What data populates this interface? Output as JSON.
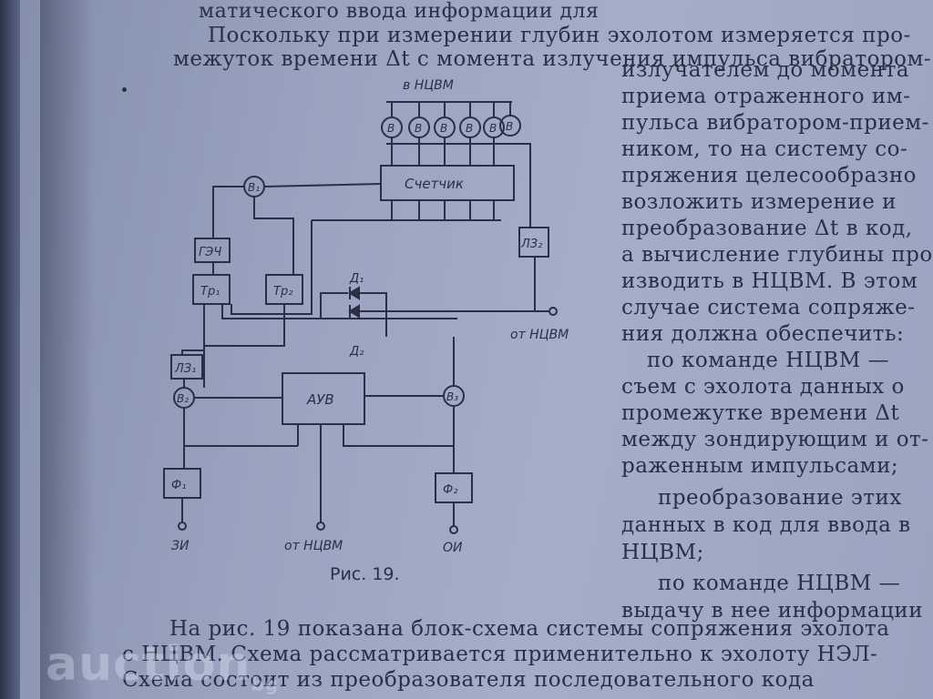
{
  "text_top": [
    "матического ввода информации для",
    "Поскольку при измерении глубин эхолотом измеряется про-",
    "межуток времени Δt с момента излучения импульса вибратором-"
  ],
  "text_right": [
    "излучателем до момента",
    "приема отраженного им-",
    "пульса вибратором-прием-",
    "ником, то на систему со-",
    "пряжения целесообразно",
    "возложить измерение и",
    "преобразование Δt в код,",
    "а вычисление глубины про-",
    "изводить в НЦВМ. В этом",
    "случае система сопряже-",
    "ния должна обеспечить:",
    "по команде НЦВМ —",
    "съем с эхолота данных о",
    "промежутке времени Δt",
    "между зондирующим и от-",
    "раженным импульсами;",
    "преобразование этих",
    "данных в код для ввода в",
    "НЦВМ;",
    "по команде НЦВМ —",
    "выдачу в нее информации"
  ],
  "text_bottom": [
    "На рис. 19 показана блок-схема системы сопряжения эхолота",
    "с НЦВМ. Схема рассматривается применительно к эхолоту НЭЛ-",
    "Схема состоит из преобразователя последовательного кода"
  ],
  "caption": "Рис. 19.",
  "diagram": {
    "top_label": "в НЦВМ",
    "counter": "Счетчик",
    "v1": "В₁",
    "v2": "В₂",
    "v3": "В₃",
    "v": "В",
    "gen": "ГЭЧ",
    "tr1": "Тр₁",
    "tr2": "Тр₂",
    "lz1": "ЛЗ₁",
    "lz2": "ЛЗ₂",
    "auv": "АУВ",
    "d1": "Д₁",
    "d2": "Д₂",
    "f1": "Ф₁",
    "f2": "Ф₂",
    "zi": "ЗИ",
    "oi": "ОИ",
    "from_ncvm": "от НЦВМ"
  },
  "watermark": "auction",
  "watermark_sub": "bg"
}
